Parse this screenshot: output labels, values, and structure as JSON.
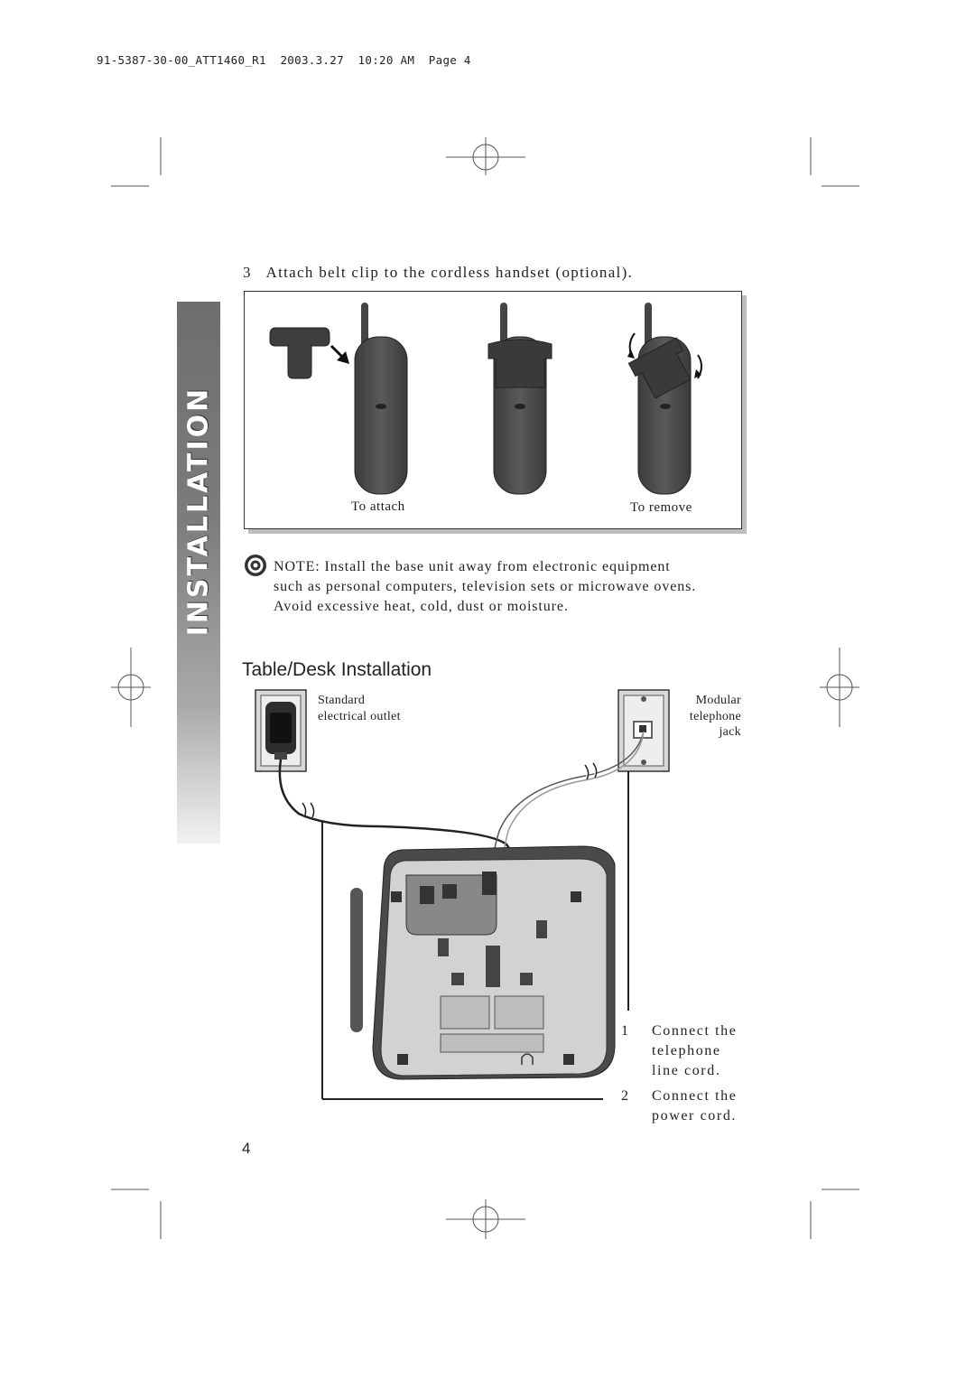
{
  "slug": "91-5387-30-00_ATT1460_R1  2003.3.27  10:20 AM  Page 4",
  "side_tab": "INSTALLATION",
  "step3": {
    "num": "3",
    "text": "Attach belt clip to the cordless handset (optional)."
  },
  "figure_captions": {
    "attach": "To attach",
    "remove": "To remove"
  },
  "note": {
    "icon": "target-icon",
    "lines": [
      "NOTE: Install the base unit away from electronic equipment",
      "such as personal computers, television sets or microwave ovens.",
      "Avoid excessive heat, cold, dust or moisture."
    ]
  },
  "section_title": "Table/Desk Installation",
  "outlet_label": {
    "line1": "Standard",
    "line2": "electrical outlet"
  },
  "jack_label": {
    "line1": "Modular",
    "line2": "telephone",
    "line3": "jack"
  },
  "connect_steps": [
    {
      "num": "1",
      "text": "Connect the telephone line cord."
    },
    {
      "num": "2",
      "text": "Connect the power cord."
    }
  ],
  "page_number": "4"
}
